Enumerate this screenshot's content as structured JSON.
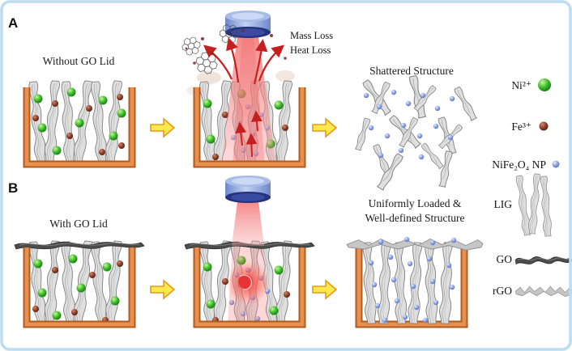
{
  "figure": {
    "panels": {
      "a": {
        "letter": "A",
        "stage1_title": "Without GO Lid",
        "annotation_line1": "Mass Loss",
        "annotation_line2": "Heat Loss",
        "stage3_title": "Shattered Structure"
      },
      "b": {
        "letter": "B",
        "stage1_title": "With GO Lid",
        "stage3_title_line1": "Uniformly Loaded &",
        "stage3_title_line2": "Well-defined Structure"
      }
    },
    "legend": {
      "items": [
        {
          "label": "Ni²⁺",
          "icon": "ni-ion-sphere-green"
        },
        {
          "label": "Fe³⁺",
          "icon": "fe-ion-particle-darkred"
        },
        {
          "label": "NiFe₂O₄ NP",
          "icon": "nife2o4-nanoparticle-blue"
        },
        {
          "label": "LIG",
          "icon": "lig-sheets-gray"
        },
        {
          "label": "GO",
          "icon": "go-sheet-dark"
        },
        {
          "label": "rGO",
          "icon": "rgo-sheet-light"
        }
      ]
    },
    "colors": {
      "frame_border": "#bcdcef",
      "container_orange": "#e08a45",
      "container_orange_dark": "#b05a1e",
      "laser_beam_red": "#f26b6b",
      "laser_lens_blue": "#7d99d8",
      "laser_band_navy": "#25337f",
      "process_arrow_yellow": "#ffe94d",
      "process_arrow_outline": "#e8991a",
      "ni_green": "#3fbb2a",
      "fe_darkred": "#8a3a24",
      "np_blue": "#8aa0e4",
      "lig_gray": "#dfdfdf",
      "go_dark": "#4c4c4c",
      "rgo_light": "#c6c6c6",
      "glow_red": "#e01515"
    }
  }
}
